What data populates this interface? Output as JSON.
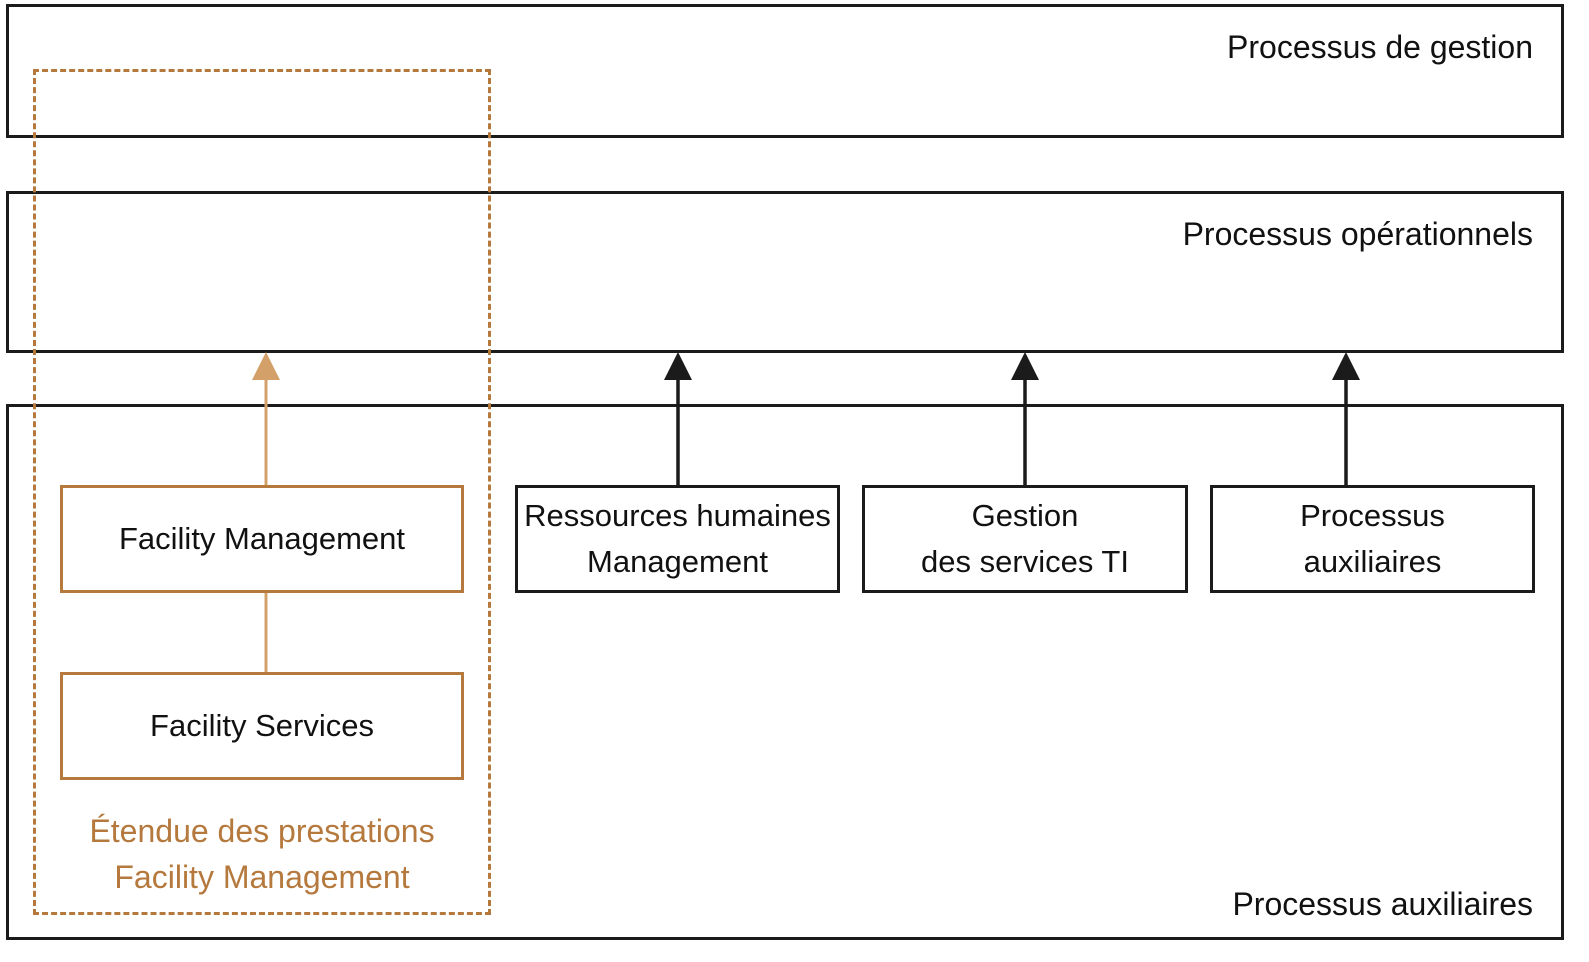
{
  "colors": {
    "line": "#1b1b1b",
    "accent": "#b5793d",
    "accent_light": "#d4a06a"
  },
  "layers": {
    "management": "Processus de gestion",
    "operational": "Processus opérationnels",
    "support": "Processus auxiliaires"
  },
  "nodes": {
    "facility_management": "Facility Management",
    "facility_services": "Facility Services",
    "hr": {
      "line1": "Ressources humaines",
      "line2": "Management"
    },
    "it": {
      "line1": "Gestion",
      "line2": "des services TI"
    },
    "aux": {
      "line1": "Processus",
      "line2": "auxiliaires"
    }
  },
  "scope": {
    "line1": "Étendue des prestations",
    "line2": "Facility Management"
  }
}
